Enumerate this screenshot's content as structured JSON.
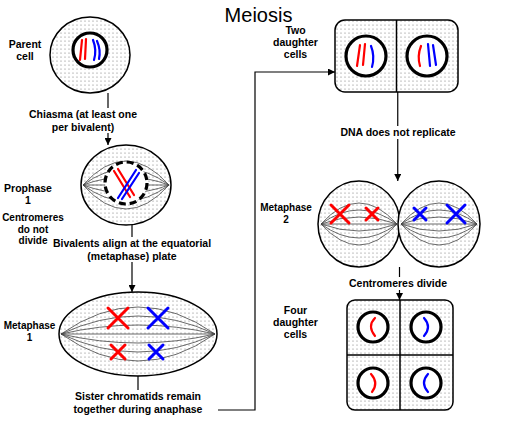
{
  "diagram": {
    "title": "Meiosis",
    "nodes": [
      {
        "text": [
          "Parent cell"
        ]
      },
      {
        "text": [
          "Prophase 1",
          "Centromeres do not divide"
        ]
      },
      {
        "text": [
          "Metaphase 1"
        ]
      },
      {
        "text": [
          "Two daughter cells"
        ]
      },
      {
        "text": [
          "Metaphase 2"
        ]
      },
      {
        "text": [
          "Four daughter cells"
        ]
      }
    ],
    "edges": [
      {
        "from": 0,
        "to": 1,
        "arrow": "to",
        "label": "Chiasma (at least one per bivalent)"
      },
      {
        "from": 1,
        "to": 2,
        "arrow": "to",
        "label": "Bivalents align at the equatorial (metaphase) plate"
      },
      {
        "from": 2,
        "to": 3,
        "arrow": "to",
        "label": "Sister chromatids remain together during anaphase"
      },
      {
        "from": 3,
        "to": 4,
        "arrow": "to",
        "label": "DNA does not replicate"
      },
      {
        "from": 4,
        "to": 5,
        "arrow": "to",
        "label": "Centromeres divide"
      }
    ]
  }
}
